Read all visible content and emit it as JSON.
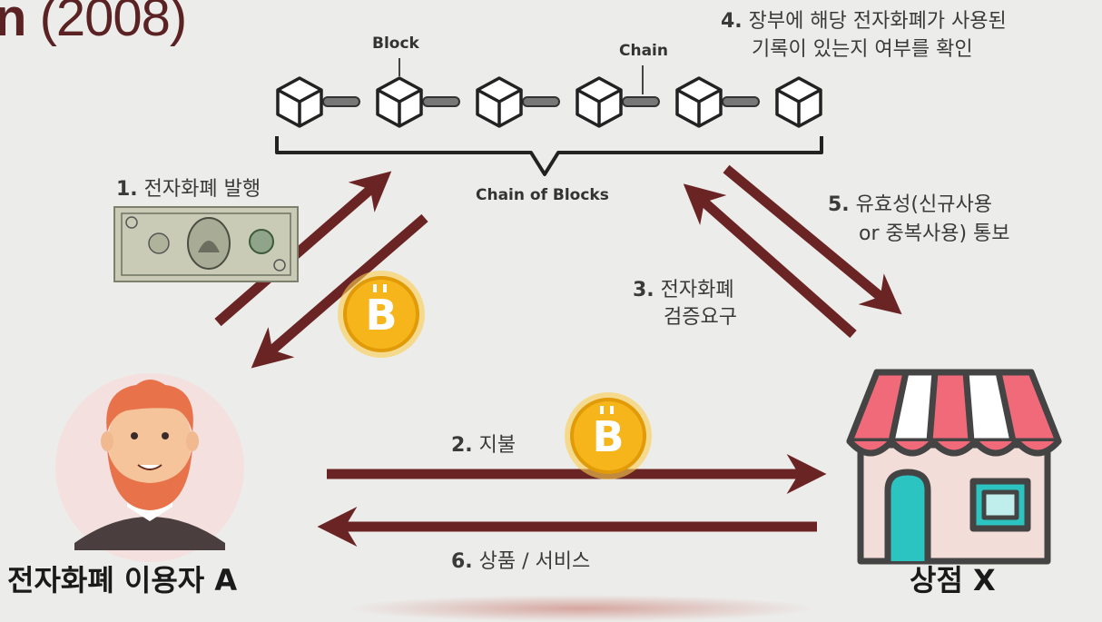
{
  "title": {
    "prefix": "n",
    "year": "(2008)"
  },
  "chain": {
    "block_label": "Block",
    "chain_label": "Chain",
    "chain_of_blocks_label": "Chain of Blocks"
  },
  "steps": {
    "s1": {
      "num": "1.",
      "text": "전자화폐 발행"
    },
    "s2": {
      "num": "2.",
      "text": "지불"
    },
    "s3": {
      "num": "3.",
      "line1": "전자화폐",
      "line2": "검증요구"
    },
    "s4": {
      "num": "4.",
      "line1": "장부에 해당 전자화폐가 사용된",
      "line2": "기록이 있는지 여부를 확인"
    },
    "s5": {
      "num": "5.",
      "line1": "유효성(신규사용",
      "line2": "or 중복사용) 통보"
    },
    "s6": {
      "num": "6.",
      "text": "상품 / 서비스"
    }
  },
  "actors": {
    "user_label": "전자화폐 이용자 A",
    "store_label": "상점 X"
  },
  "colors": {
    "arrow": "#6b2424",
    "coin": "#f5b51b",
    "title": "#5a2222"
  },
  "icons": [
    "cube-block-icon",
    "chain-link-icon",
    "dollar-bill-icon",
    "bitcoin-coin-icon",
    "person-avatar-icon",
    "store-icon"
  ]
}
